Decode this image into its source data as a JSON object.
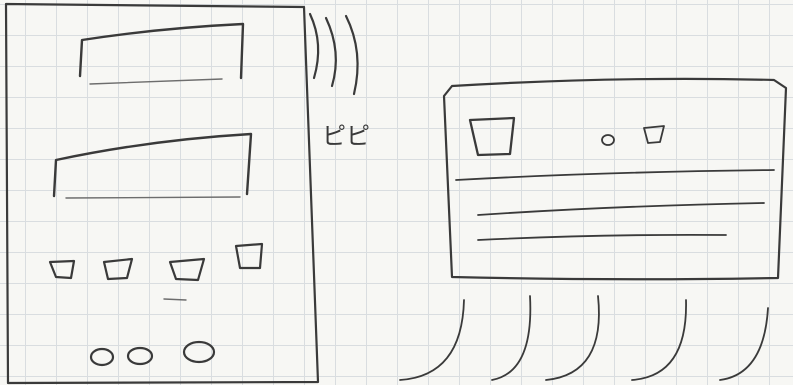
{
  "sketch": {
    "sound_label": "ピピ",
    "ink_color": "#3a3a3a",
    "paper_color": "#f7f7f4",
    "grid_color": "#d9dde0"
  },
  "remote": {
    "wide_buttons": 2,
    "square_buttons": 4,
    "round_buttons": 3
  },
  "air_conditioner": {
    "indicator_lights": 2,
    "louver_lines": 3,
    "airflow_curves": 5
  },
  "signal": {
    "wave_lines": 3
  }
}
